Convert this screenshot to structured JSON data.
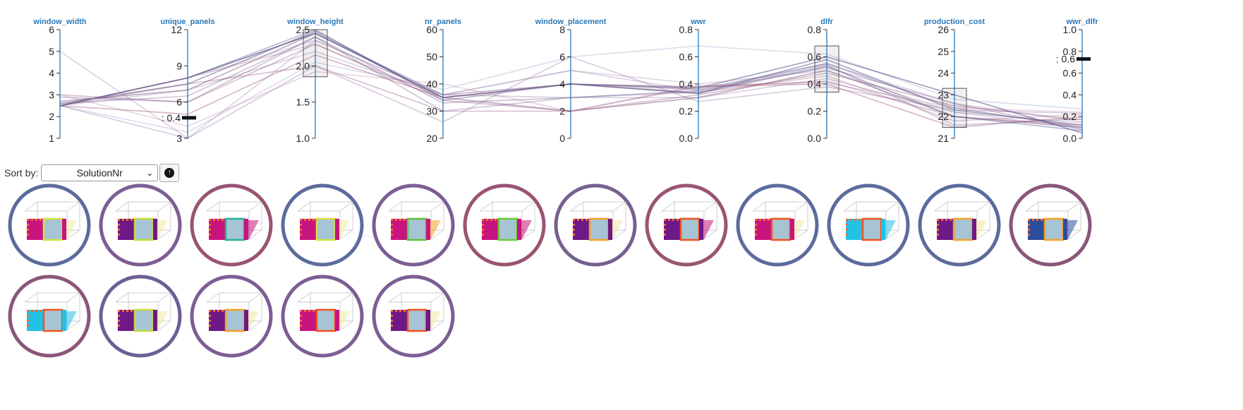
{
  "axes": [
    {
      "id": "window_width",
      "title": "window_width",
      "min": 1,
      "max": 6,
      "ticks": [
        "1",
        "2",
        "3",
        "4",
        "5",
        "6"
      ],
      "tickValues": [
        1,
        2,
        3,
        4,
        5,
        6
      ]
    },
    {
      "id": "unique_panels",
      "title": "unique_panels",
      "min": 3,
      "max": 12,
      "ticks": [
        "3",
        "6",
        "9",
        "12"
      ],
      "tickValues": [
        3,
        6,
        9,
        12
      ],
      "filter_label": "0.4"
    },
    {
      "id": "window_height",
      "title": "window_height",
      "min": 1.0,
      "max": 2.5,
      "ticks": [
        "1.0",
        "1.5",
        "2.0",
        "2.5"
      ],
      "tickValues": [
        1.0,
        1.5,
        2.0,
        2.5
      ],
      "brush": [
        1.85,
        2.5
      ]
    },
    {
      "id": "nr_panels",
      "title": "nr_panels",
      "min": 20,
      "max": 60,
      "ticks": [
        "20",
        "30",
        "40",
        "50",
        "60"
      ],
      "tickValues": [
        20,
        30,
        40,
        50,
        60
      ]
    },
    {
      "id": "window_placement",
      "title": "window_placement",
      "min": 0,
      "max": 8,
      "ticks": [
        "0",
        "2",
        "4",
        "6",
        "8"
      ],
      "tickValues": [
        0,
        2,
        4,
        6,
        8
      ]
    },
    {
      "id": "wwr",
      "title": "wwr",
      "min": 0.0,
      "max": 0.8,
      "ticks": [
        "0.0",
        "0.2",
        "0.4",
        "0.6",
        "0.8"
      ],
      "tickValues": [
        0,
        0.2,
        0.4,
        0.6,
        0.8
      ]
    },
    {
      "id": "dlfr",
      "title": "dlfr",
      "min": 0.0,
      "max": 0.8,
      "ticks": [
        "0.0",
        "0.2",
        "0.4",
        "0.6",
        "0.8"
      ],
      "tickValues": [
        0,
        0.2,
        0.4,
        0.6,
        0.8
      ],
      "brush": [
        0.34,
        0.68
      ]
    },
    {
      "id": "production_cost",
      "title": "production_cost",
      "min": 21,
      "max": 26,
      "ticks": [
        "21",
        "22",
        "23",
        "24",
        "25",
        "26"
      ],
      "tickValues": [
        21,
        22,
        23,
        24,
        25,
        26
      ],
      "brush": [
        21.5,
        23.3
      ]
    },
    {
      "id": "wwr_dlfr",
      "title": "wwr_dlfr",
      "min": 0.0,
      "max": 1.0,
      "ticks": [
        "0.0",
        "0.2",
        "0.4",
        "0.6",
        "0.8",
        "1.0"
      ],
      "tickValues": [
        0,
        0.2,
        0.4,
        0.6,
        0.8,
        1.0
      ],
      "filter_label": "0.6"
    }
  ],
  "lines": [
    {
      "values": [
        2.5,
        3.0,
        2.0,
        26,
        6,
        0.27,
        0.38,
        22.3,
        0.23
      ],
      "color": "#7a4f8f",
      "opacity": 0.3
    },
    {
      "values": [
        5.0,
        3.0,
        2.35,
        36,
        5,
        0.35,
        0.55,
        22.6,
        0.15
      ],
      "color": "#8a6aa3",
      "opacity": 0.3
    },
    {
      "values": [
        2.6,
        7.5,
        2.48,
        35,
        4,
        0.33,
        0.58,
        22.3,
        0.12
      ],
      "color": "#5b5e8f",
      "opacity": 0.55
    },
    {
      "values": [
        2.7,
        7.0,
        2.45,
        35,
        2,
        0.3,
        0.5,
        22.0,
        0.1
      ],
      "color": "#6c4670",
      "opacity": 0.45
    },
    {
      "values": [
        2.9,
        6.0,
        2.4,
        33,
        3,
        0.35,
        0.52,
        22.6,
        0.08
      ],
      "color": "#7c5c98",
      "opacity": 0.4
    },
    {
      "values": [
        3.0,
        6.0,
        2.3,
        34,
        2,
        0.32,
        0.48,
        22.5,
        0.17
      ],
      "color": "#9a5a7e",
      "opacity": 0.4
    },
    {
      "values": [
        2.5,
        5.0,
        2.15,
        35,
        4,
        0.38,
        0.4,
        21.5,
        0.2
      ],
      "color": "#a25c7e",
      "opacity": 0.45
    },
    {
      "values": [
        2.5,
        3.5,
        2.05,
        38,
        6,
        0.68,
        0.62,
        22.8,
        0.27
      ],
      "color": "#8c8cc0",
      "opacity": 0.3
    },
    {
      "values": [
        2.5,
        8.0,
        2.45,
        35,
        4,
        0.37,
        0.6,
        23.0,
        0.05
      ],
      "color": "#5a5c92",
      "opacity": 0.6
    },
    {
      "values": [
        2.5,
        8.0,
        2.45,
        36,
        4,
        0.36,
        0.55,
        22.4,
        0.1
      ],
      "color": "#6a5c8e",
      "opacity": 0.45
    },
    {
      "values": [
        2.5,
        8.0,
        2.35,
        36,
        5,
        0.4,
        0.5,
        22.2,
        0.09
      ],
      "color": "#9478a8",
      "opacity": 0.3
    },
    {
      "values": [
        2.5,
        8.0,
        2.3,
        35,
        4,
        0.34,
        0.46,
        21.8,
        0.22
      ],
      "color": "#a96b8a",
      "opacity": 0.35
    },
    {
      "values": [
        2.5,
        7.0,
        2.2,
        36,
        3,
        0.3,
        0.44,
        22.2,
        0.14
      ],
      "color": "#7a6590",
      "opacity": 0.3
    },
    {
      "values": [
        2.5,
        7.5,
        2.0,
        30,
        2,
        0.38,
        0.42,
        22.0,
        0.12
      ],
      "color": "#8a3f6e",
      "opacity": 0.35
    },
    {
      "values": [
        2.6,
        6.5,
        2.4,
        30,
        3,
        0.34,
        0.54,
        21.6,
        0.18
      ],
      "color": "#6d5890",
      "opacity": 0.35
    },
    {
      "values": [
        3.0,
        4.0,
        1.92,
        40,
        2,
        0.39,
        0.41,
        22.4,
        0.24
      ],
      "color": "#b07598",
      "opacity": 0.3
    },
    {
      "values": [
        2.5,
        8.0,
        2.5,
        34,
        4,
        0.33,
        0.53,
        22.0,
        0.07
      ],
      "color": "#5e5a8c",
      "opacity": 0.45
    }
  ],
  "sort": {
    "label": "Sort by:",
    "selected": "SolutionNr",
    "direction_icon": "arrow-up-circle-icon"
  },
  "solutions": [
    {
      "ring": "#5c6b9c",
      "variant": "a"
    },
    {
      "ring": "#7c5d94",
      "variant": "b"
    },
    {
      "ring": "#995473",
      "variant": "c"
    },
    {
      "ring": "#5c6b9c",
      "variant": "a"
    },
    {
      "ring": "#7c5d94",
      "variant": "d"
    },
    {
      "ring": "#995473",
      "variant": "e"
    },
    {
      "ring": "#76608f",
      "variant": "f"
    },
    {
      "ring": "#995473",
      "variant": "g"
    },
    {
      "ring": "#5c6b9c",
      "variant": "h"
    },
    {
      "ring": "#5c6b9c",
      "variant": "i"
    },
    {
      "ring": "#5c6b9c",
      "variant": "j"
    },
    {
      "ring": "#8a5679",
      "variant": "k"
    },
    {
      "ring": "#8a5679",
      "variant": "l"
    },
    {
      "ring": "#6d5f95",
      "variant": "m"
    },
    {
      "ring": "#7c5d94",
      "variant": "n"
    },
    {
      "ring": "#7c5d94",
      "variant": "o"
    },
    {
      "ring": "#7c5d94",
      "variant": "p"
    }
  ],
  "colors": {
    "axis": "#2a78b8",
    "title": "#2a78b8"
  }
}
